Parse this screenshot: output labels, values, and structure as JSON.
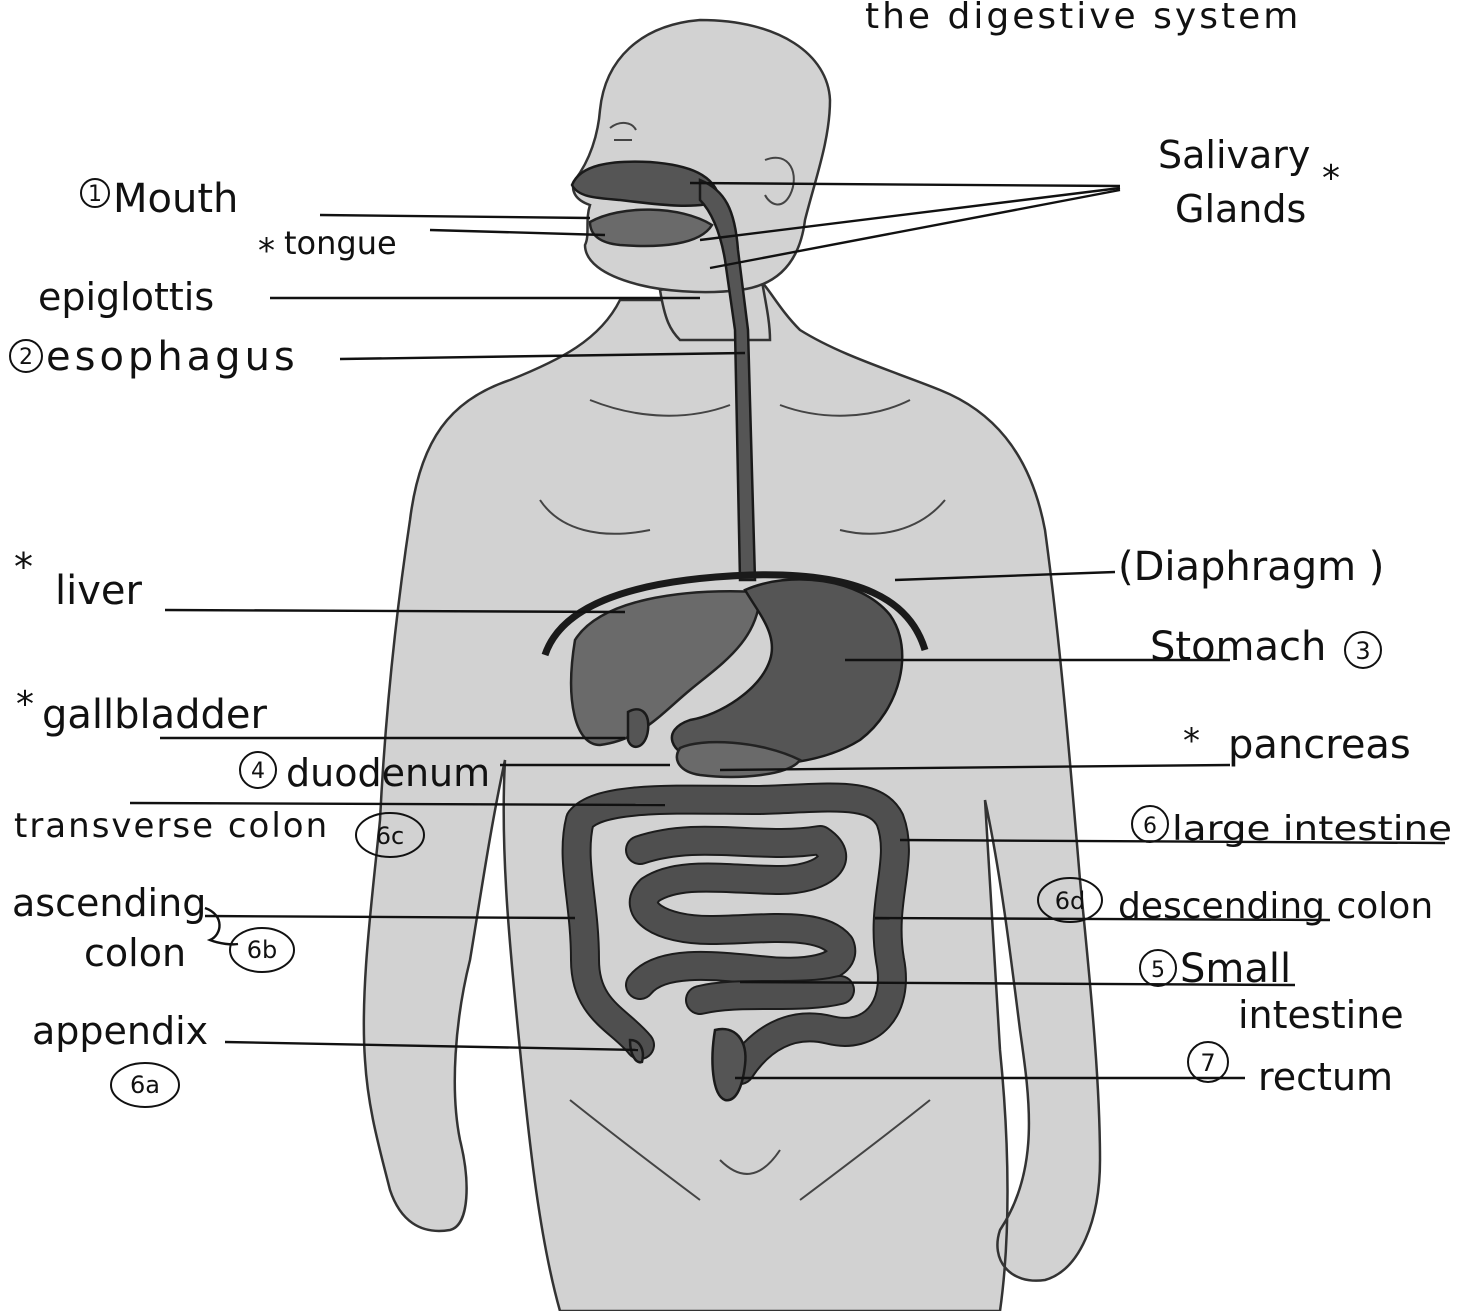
{
  "title": "the digestive system",
  "labels": {
    "mouth": {
      "number": "1",
      "text": "Mouth"
    },
    "tongue": {
      "star": "*",
      "text": "tongue"
    },
    "epiglottis": {
      "text": "epiglottis"
    },
    "esophagus": {
      "number": "2",
      "text": "esophagus"
    },
    "salivary": {
      "line1": "Salivary",
      "line2": "Glands",
      "star": "*"
    },
    "liver": {
      "star": "*",
      "text": "liver"
    },
    "diaphragm": {
      "text": "(Diaphragm )"
    },
    "stomach": {
      "text": "Stomach",
      "number": "3"
    },
    "gallbladder": {
      "star": "*",
      "text": "gallbladder"
    },
    "duodenum": {
      "number": "4",
      "text": "duodenum"
    },
    "pancreas": {
      "star": "*",
      "text": "pancreas"
    },
    "transverse": {
      "text": "transverse colon",
      "code": "6c"
    },
    "large": {
      "number": "6",
      "text": "large intestine"
    },
    "ascending": {
      "line1": "ascending",
      "line2": "colon",
      "code": "6b"
    },
    "descending": {
      "code": "6d",
      "text": "descending colon"
    },
    "small": {
      "number": "5",
      "line1": "Small",
      "line2": "intestine"
    },
    "appendix": {
      "text": "appendix",
      "code": "6a"
    },
    "rectum": {
      "number": "7",
      "text": "rectum"
    }
  },
  "colors": {
    "ink": "#111111",
    "organ": "#6a6a6a",
    "skin": "#d2d2d2"
  }
}
